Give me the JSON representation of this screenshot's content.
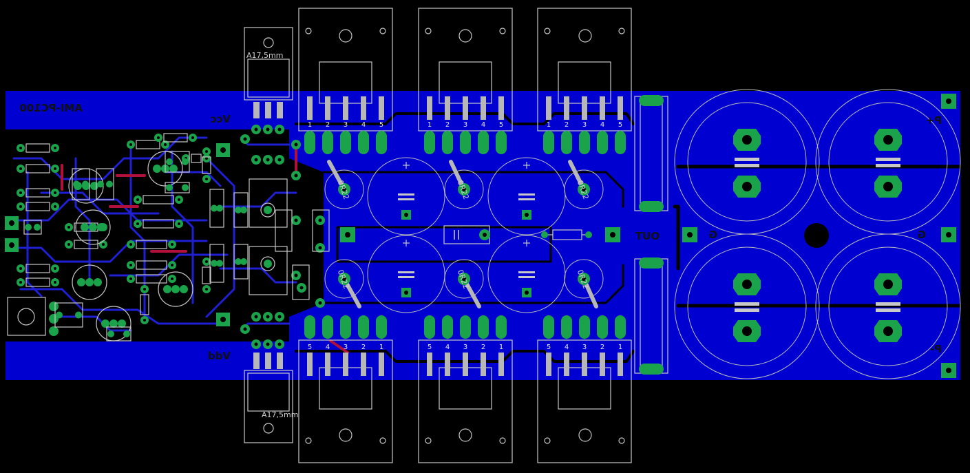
{
  "board": {
    "title_label": "AMI-PC100",
    "vcc_label": "Vcc",
    "vdd_label": "Vdd",
    "out_label": "OUT",
    "ground_label_right": "G",
    "ground_label_left": "G",
    "plus_label_top": "P+",
    "minus_label_bottom": "P-",
    "regulator_label_top": "A17,5mm",
    "regulator_label_bottom": "A17,5mm",
    "emitter_resistor_label": "0R22",
    "transistor_pins_top": [
      "1",
      "2",
      "3",
      "4",
      "5"
    ],
    "transistor_pins_bottom": [
      "5",
      "4",
      "3",
      "2",
      "1"
    ]
  },
  "colors": {
    "copper_bottom": "#0000d0",
    "pad": "#1aa34a",
    "silkscreen": "#c8c8c8",
    "top_trace": "#b0103a",
    "background": "#000000"
  }
}
